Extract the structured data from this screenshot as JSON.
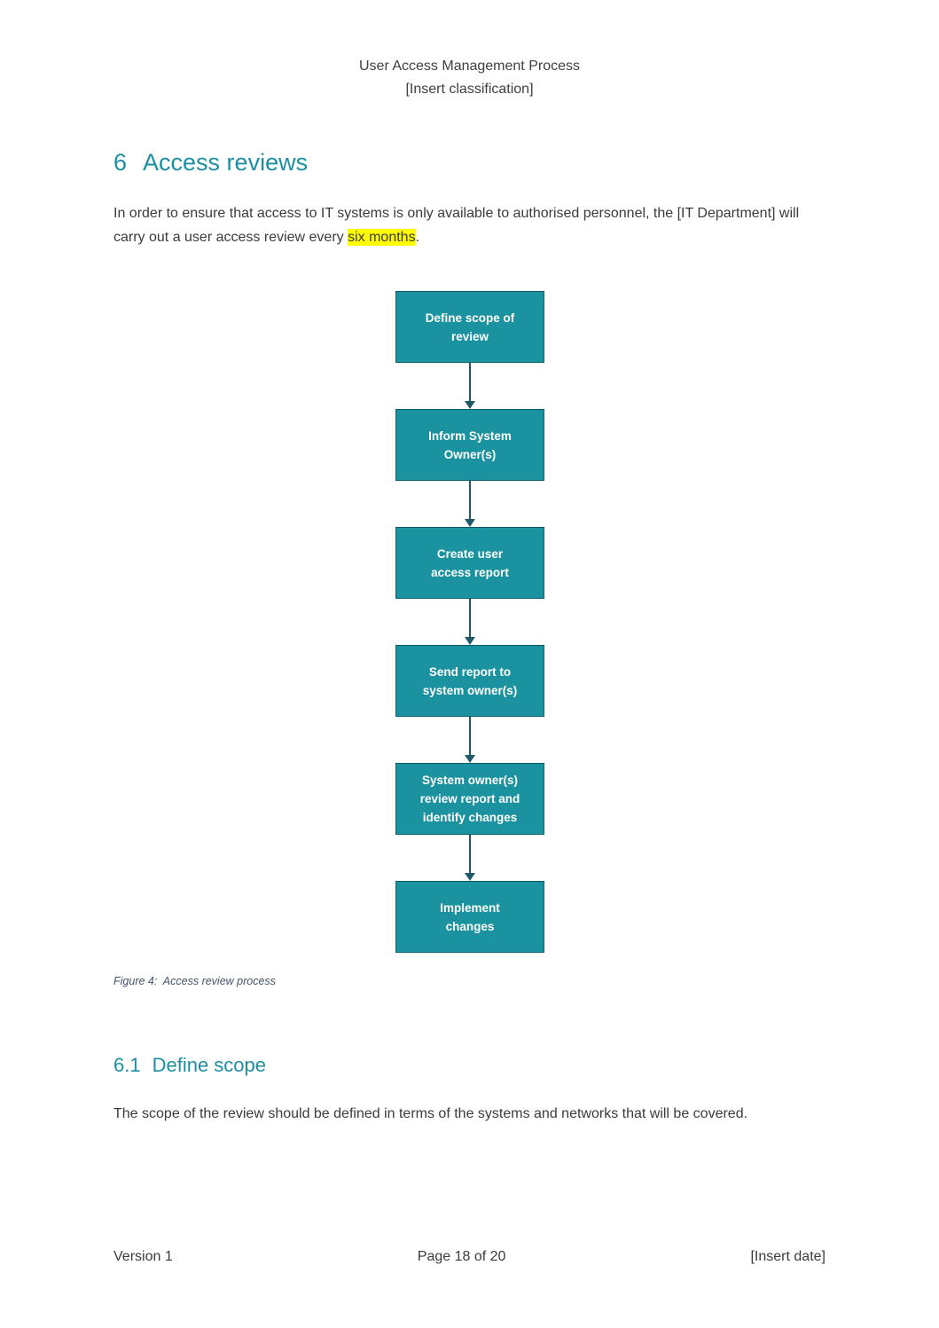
{
  "header": {
    "line1": "User Access Management Process",
    "line2": "[Insert classification]"
  },
  "section6": {
    "number": "6",
    "title": "Access reviews"
  },
  "intro": {
    "before_highlight": "In order to ensure that access to IT systems is only available to authorised personnel, the [IT Department] will carry out a user access review every ",
    "highlight": "six months",
    "after_highlight": "."
  },
  "flowchart": {
    "steps": [
      {
        "label": "Define scope of\nreview"
      },
      {
        "label": "Inform System\nOwner(s)"
      },
      {
        "label": "Create user\naccess report"
      },
      {
        "label": "Send report to\nsystem owner(s)"
      },
      {
        "label": "System owner(s)\nreview report and\nidentify changes"
      },
      {
        "label": "Implement\nchanges"
      }
    ]
  },
  "figure": {
    "caption": "Figure 4:  Access review process"
  },
  "section61": {
    "number": "6.1",
    "title": "Define scope"
  },
  "scope_paragraph": "The scope of the review should be defined in terms of the systems and networks that will be covered.",
  "footer": {
    "left": "Version 1",
    "center": "Page 18 of 20",
    "right": "[Insert date]"
  },
  "colors": {
    "heading_teal": "#1e8fa3",
    "box_fill": "#1a92a0",
    "box_border": "#0d6370",
    "arrow": "#1f5a6b",
    "highlight": "#fdfd00",
    "body_text": "#3b3b3b",
    "caption_text": "#44546a"
  }
}
